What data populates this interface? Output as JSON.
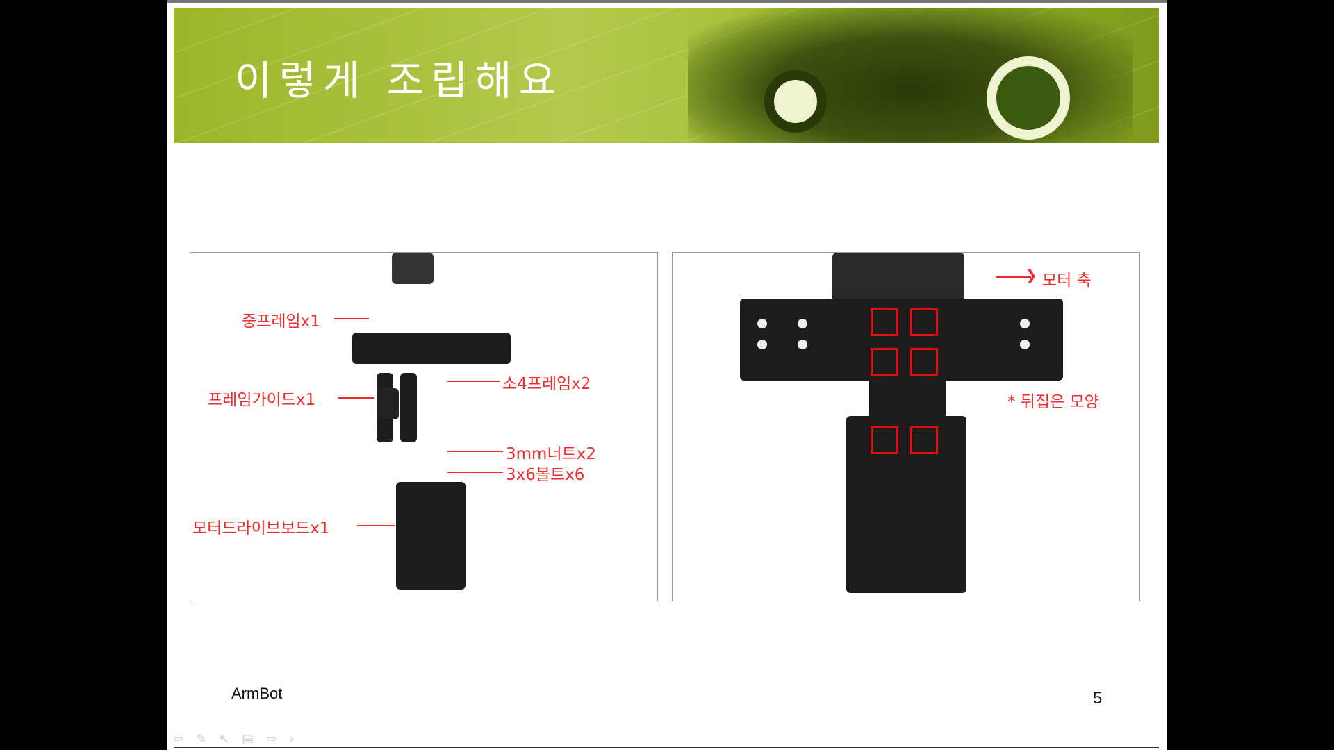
{
  "slide": {
    "title": "이렇게 조립해요",
    "footer": "ArmBot",
    "page_number": "5"
  },
  "left_photo": {
    "labels": [
      "중프레임x1",
      "프레임가이드x1",
      "소4프레임x2",
      "3mm너트x2",
      "3x6볼트x6",
      "모터드라이브보드x1"
    ]
  },
  "right_photo": {
    "labels": [
      "모터 축",
      "* 뒤집은 모양"
    ]
  },
  "toolbar": {
    "icons": [
      "previous-arrow-icon",
      "pen-icon",
      "pointer-icon",
      "menu-icon",
      "next-arrow-icon",
      "chevron-right-icon"
    ],
    "glyphs": [
      "⇦",
      "✎",
      "↖",
      "▤",
      "⇨",
      "›"
    ]
  },
  "colors": {
    "accent": "#f02b2b",
    "header": "#a6c03a"
  }
}
